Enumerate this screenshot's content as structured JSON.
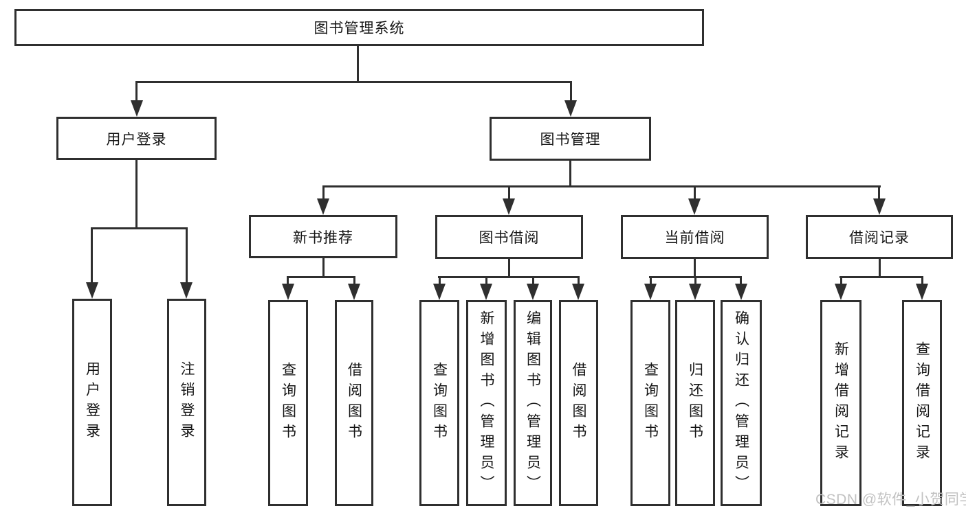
{
  "diagram": {
    "title": "图书管理系统",
    "tree": {
      "root": {
        "label": "图书管理系统"
      },
      "branches": [
        {
          "label": "用户登录",
          "children": [
            {
              "label": "用户登录"
            },
            {
              "label": "注销登录"
            }
          ]
        },
        {
          "label": "图书管理",
          "children": [
            {
              "label": "新书推荐",
              "children": [
                {
                  "label": "查询图书"
                },
                {
                  "label": "借阅图书"
                }
              ]
            },
            {
              "label": "图书借阅",
              "children": [
                {
                  "label": "查询图书"
                },
                {
                  "label": "新增图书（管理员）"
                },
                {
                  "label": "编辑图书（管理员）"
                },
                {
                  "label": "借阅图书"
                }
              ]
            },
            {
              "label": "当前借阅",
              "children": [
                {
                  "label": "查询图书"
                },
                {
                  "label": "归还图书"
                },
                {
                  "label": "确认归还（管理员）"
                }
              ]
            },
            {
              "label": "借阅记录",
              "children": [
                {
                  "label": "新增借阅记录"
                },
                {
                  "label": "查询借阅记录"
                }
              ]
            }
          ]
        }
      ]
    },
    "colors": {
      "line": "#2f2f2f",
      "text": "#151515",
      "box_background": "#ffffff"
    }
  },
  "watermark": {
    "text": "CSDN @软件_小贺同学",
    "color": "#c2c2c2"
  }
}
